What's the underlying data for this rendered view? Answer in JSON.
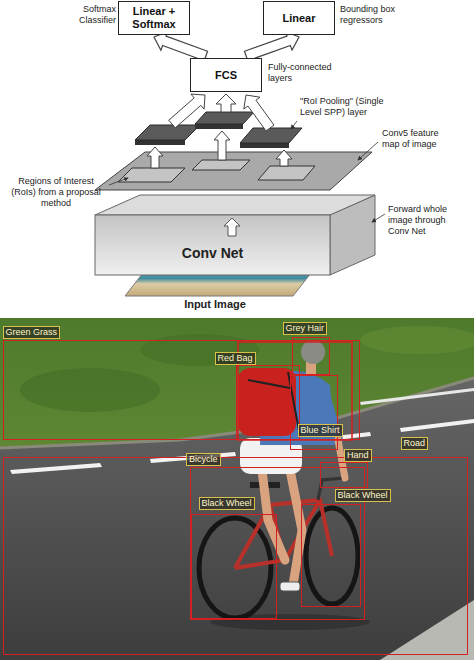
{
  "diagram": {
    "nodes": [
      {
        "text": [
          "Linear + Softmax"
        ]
      },
      {
        "text": [
          "Linear"
        ]
      },
      {
        "text": [
          "FCS"
        ]
      },
      {
        "text": [
          "Conv Net"
        ]
      },
      {
        "text": [
          "Green Grass"
        ]
      },
      {
        "text": [
          "Grey Hair"
        ]
      },
      {
        "text": [
          "Red Bag"
        ]
      },
      {
        "text": [
          "Blue Shirt"
        ]
      },
      {
        "text": [
          "Road"
        ]
      },
      {
        "text": [
          "Bicycle"
        ],
        "in": 8
      },
      {
        "text": [
          "Hand"
        ],
        "in": 8
      },
      {
        "text": [
          "Black Wheel"
        ],
        "in": 9
      },
      {
        "text": [
          "Black Wheel"
        ],
        "in": 9
      }
    ],
    "edges": [
      {
        "from": 2,
        "to": 0,
        "arrow": "to"
      },
      {
        "from": 2,
        "to": 1,
        "arrow": "to"
      }
    ],
    "labels": [
      "Softmax Classifier",
      "Bounding box regressors",
      "Fully-connected layers",
      "\"RoI Pooling\" (Single Level SPP) layer",
      "Conv5 feature map of image",
      "Regions of Interest (RoIs) from a proposal method",
      "Forward whole image through Conv Net",
      "Input Image"
    ]
  }
}
